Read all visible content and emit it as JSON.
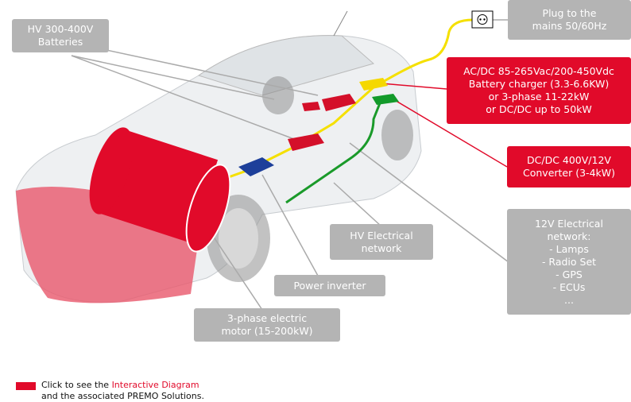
{
  "labels": {
    "batteries": [
      "HV 300-400V",
      "Batteries"
    ],
    "plug": [
      "Plug to the",
      "mains 50/60Hz"
    ],
    "charger": [
      "AC/DC 85-265Vac/200-450Vdc",
      "Battery charger (3.3-6.6KW)",
      "or 3-phase 11-22kW",
      "or DC/DC up to 50kW"
    ],
    "dcdc": [
      "DC/DC 400V/12V",
      "Converter (3-4kW)"
    ],
    "network12v": [
      "12V Electrical",
      "network:",
      "- Lamps",
      "- Radio Set",
      "- GPS",
      "- ECUs",
      "..."
    ],
    "hvnetwork": [
      "HV Electrical",
      "network"
    ],
    "inverter": [
      "Power inverter"
    ],
    "motor": [
      "3-phase electric",
      "motor (15-200kW)"
    ]
  },
  "legend": {
    "prefix": "Click to see the ",
    "link": "Interactive Diagram",
    "line2": "and the associated PREMO Solutions."
  },
  "colors": {
    "red": "#e10a2a",
    "gray": "#b4b4b4",
    "hv_line": "#f5e000",
    "lv_line": "#1a9a2a"
  }
}
